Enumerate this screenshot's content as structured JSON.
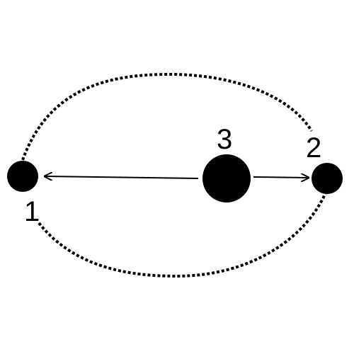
{
  "labels": {
    "point1": "1",
    "point2": "2",
    "point3": "3"
  },
  "colors": {
    "ink": "#000000",
    "background": "#ffffff"
  }
}
